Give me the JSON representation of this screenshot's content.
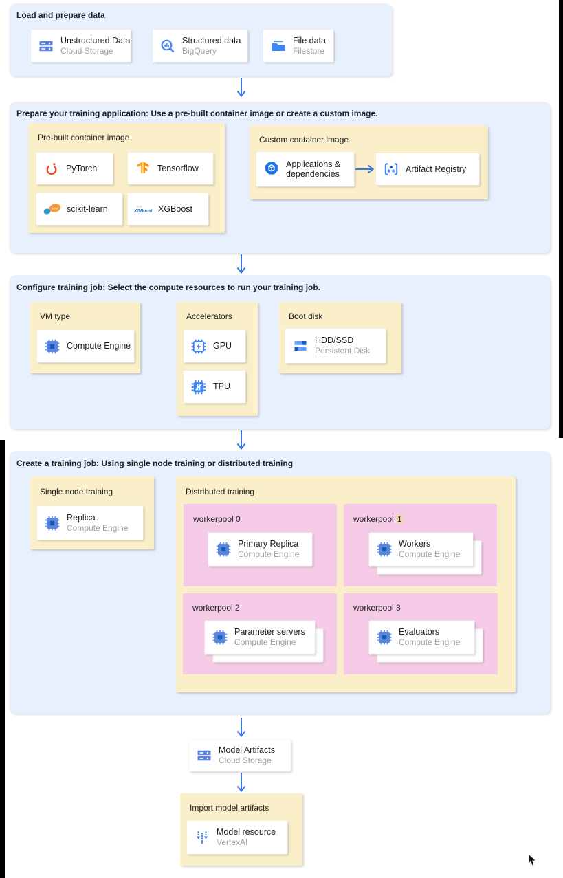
{
  "colors": {
    "panel_blue": "#E8F0FE",
    "box_yellow": "#FAEFC8",
    "box_pink": "#F6CBE7",
    "arrow_blue": "#3974E8",
    "icon_blue": "#4285F4",
    "highlight_tan": "#F2D8BB",
    "text_primary": "#202124",
    "text_secondary": "#9AA0A6"
  },
  "sections": {
    "load": {
      "title": "Load and prepare data",
      "cards": [
        {
          "icon": "cloud-storage-icon",
          "title": "Unstructured Data",
          "subtitle": "Cloud Storage"
        },
        {
          "icon": "bigquery-icon",
          "title": "Structured data",
          "subtitle": "BigQuery"
        },
        {
          "icon": "filestore-icon",
          "title": "File data",
          "subtitle": "Filestore"
        }
      ]
    },
    "prepare": {
      "title": "Prepare your training application: Use a pre-built container image or create a custom image.",
      "prebuilt": {
        "label": "Pre-built container image",
        "cards": [
          {
            "icon": "pytorch-icon",
            "title": "PyTorch"
          },
          {
            "icon": "tensorflow-icon",
            "title": "Tensorflow"
          },
          {
            "icon": "scikit-learn-icon",
            "title": "scikit-learn"
          },
          {
            "icon": "xgboost-icon",
            "title": "XGBoost"
          }
        ]
      },
      "custom": {
        "label": "Custom container image",
        "cards": [
          {
            "icon": "applications-icon",
            "title": "Applications & dependencies"
          },
          {
            "icon": "artifact-registry-icon",
            "title": "Artifact Registry"
          }
        ]
      }
    },
    "configure": {
      "title": "Configure training job: Select the compute resources to run your training job.",
      "vm_type": {
        "label": "VM type",
        "card": {
          "icon": "compute-engine-icon",
          "title": "Compute Engine"
        }
      },
      "accelerators": {
        "label": "Accelerators",
        "cards": [
          {
            "icon": "gpu-icon",
            "title": "GPU"
          },
          {
            "icon": "tpu-icon",
            "title": "TPU"
          }
        ]
      },
      "boot_disk": {
        "label": "Boot disk",
        "card": {
          "icon": "persistent-disk-icon",
          "title": "HDD/SSD",
          "subtitle": "Persistent Disk"
        }
      }
    },
    "create": {
      "title": "Create a training job: Using single node training or distributed training",
      "single_node": {
        "label": "Single node training",
        "card": {
          "icon": "compute-engine-icon",
          "title": "Replica",
          "subtitle": "Compute Engine"
        }
      },
      "distributed": {
        "label": "Distributed training",
        "workerpools": [
          {
            "label": "workerpool 0",
            "card": {
              "icon": "compute-engine-icon",
              "title": "Primary Replica",
              "subtitle": "Compute Engine"
            }
          },
          {
            "label": "workerpool",
            "num": "1",
            "card": {
              "icon": "compute-engine-icon",
              "title": "Workers",
              "subtitle": "Compute Engine"
            }
          },
          {
            "label": "workerpool 2",
            "card": {
              "icon": "compute-engine-icon",
              "title": "Parameter servers",
              "subtitle": "Compute Engine"
            }
          },
          {
            "label": "workerpool 3",
            "card": {
              "icon": "compute-engine-icon",
              "title": "Evaluators",
              "subtitle": "Compute Engine"
            }
          }
        ]
      }
    },
    "model_artifacts": {
      "card": {
        "icon": "cloud-storage-icon",
        "title": "Model Artifacts",
        "subtitle": "Cloud Storage"
      }
    },
    "import_model": {
      "label": "Import model artifacts",
      "card": {
        "icon": "vertex-ai-icon",
        "title": "Model resource",
        "subtitle": "VertexAI"
      }
    }
  }
}
